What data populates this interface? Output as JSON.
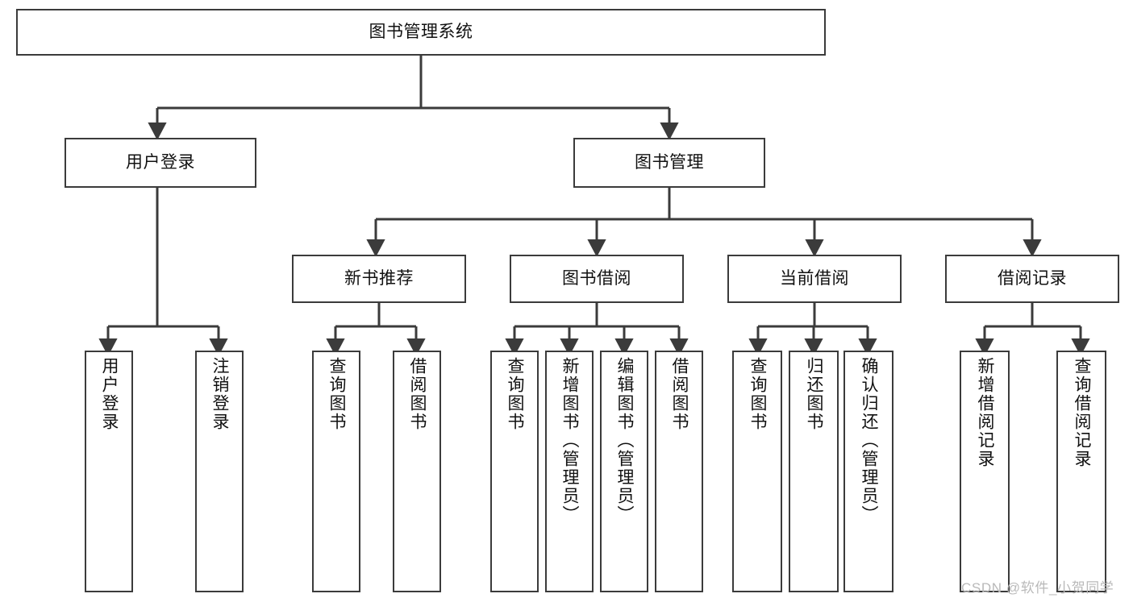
{
  "diagram": {
    "title": "图书管理系统",
    "type": "hierarchy-tree",
    "watermark": "CSDN @软件_小贺同学",
    "colors": {
      "box_border": "#3b3b3b",
      "box_fill": "#ffffff",
      "connector": "#3b3b3b",
      "text": "#111111",
      "watermark": "#b9b9b9",
      "background": "#ffffff"
    },
    "levels": {
      "root": {
        "label": "图书管理系统"
      },
      "level2": [
        {
          "label": "用户登录"
        },
        {
          "label": "图书管理"
        }
      ],
      "level3": [
        {
          "label": "新书推荐"
        },
        {
          "label": "图书借阅"
        },
        {
          "label": "当前借阅"
        },
        {
          "label": "借阅记录"
        }
      ],
      "leaves": {
        "user_login": [
          {
            "label": "用户登录"
          },
          {
            "label": "注销登录"
          }
        ],
        "new_book_recommend": [
          {
            "label": "查询图书"
          },
          {
            "label": "借阅图书"
          }
        ],
        "book_borrow": [
          {
            "label": "查询图书"
          },
          {
            "label": "新增图书（管理员）"
          },
          {
            "label": "编辑图书（管理员）"
          },
          {
            "label": "借阅图书"
          }
        ],
        "current_borrow": [
          {
            "label": "查询图书"
          },
          {
            "label": "归还图书"
          },
          {
            "label": "确认归还（管理员）"
          }
        ],
        "borrow_records": [
          {
            "label": "新增借阅记录"
          },
          {
            "label": "查询借阅记录"
          }
        ]
      }
    }
  }
}
